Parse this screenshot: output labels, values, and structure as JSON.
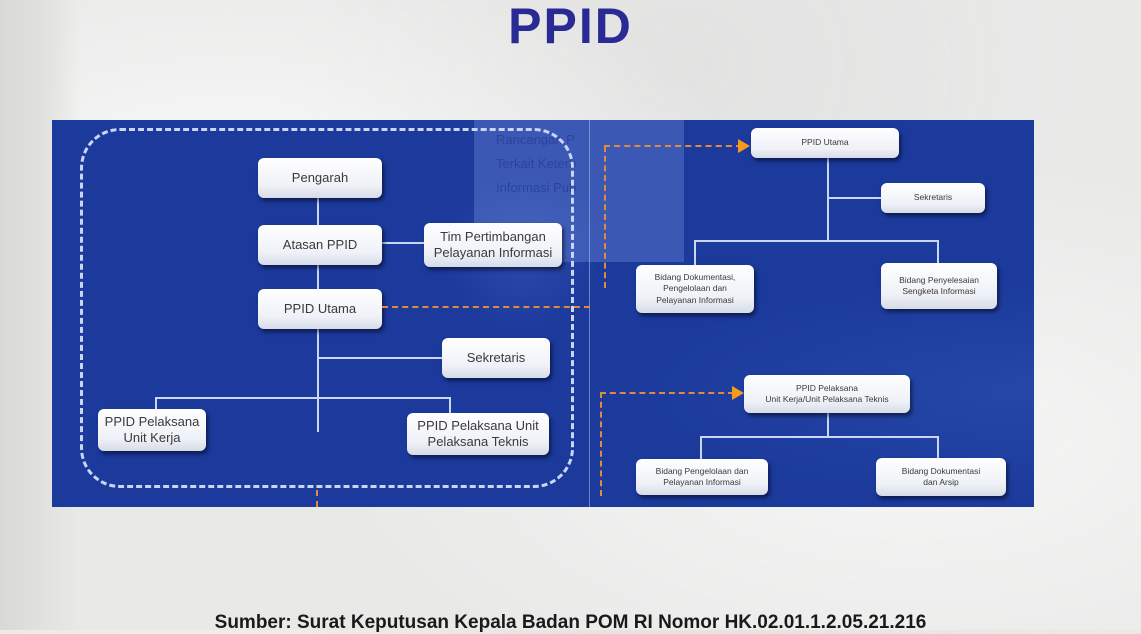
{
  "page": {
    "title": "PPID",
    "source": "Sumber: Surat Keputusan Kepala Badan POM RI Nomor HK.02.01.1.2.05.21.216"
  },
  "colors": {
    "title": "#2a2a94",
    "panel": "#1b3a9c",
    "connector": "#c9d6f5",
    "dashed_link": "#e08a3a",
    "arrow": "#f59a1e",
    "node_text": "#3a3a3a"
  },
  "overlay_text": {
    "line1": "Rancangan P",
    "line2": "Terkait Keterb",
    "line3": "Informasi Pub"
  },
  "left_chart": {
    "pengarah": "Pengarah",
    "atasan": "Atasan PPID",
    "tim_line1": "Tim Pertimbangan",
    "tim_line2": "Pelayanan Informasi",
    "utama": "PPID Utama",
    "sekretaris": "Sekretaris",
    "pel_unit_kerja_line1": "PPID Pelaksana",
    "pel_unit_kerja_line2": "Unit Kerja",
    "pel_upt_line1": "PPID Pelaksana Unit",
    "pel_upt_line2": "Pelaksana Teknis"
  },
  "right_top_chart": {
    "utama": "PPID Utama",
    "sekretaris": "Sekretaris",
    "bidang_dok_line1": "Bidang Dokumentasi,",
    "bidang_dok_line2": "Pengelolaan dan",
    "bidang_dok_line3": "Pelayanan Informasi",
    "bidang_sengketa_line1": "Bidang Penyelesaian",
    "bidang_sengketa_line2": "Sengketa Informasi"
  },
  "right_bottom_chart": {
    "pelaksana_line1": "PPID Pelaksana",
    "pelaksana_line2": "Unit Kerja/Unit Pelaksana Teknis",
    "bidang_pengelolaan_line1": "Bidang Pengelolaan dan",
    "bidang_pengelolaan_line2": "Pelayanan Informasi",
    "bidang_arsip_line1": "Bidang Dokumentasi",
    "bidang_arsip_line2": "dan Arsip"
  }
}
